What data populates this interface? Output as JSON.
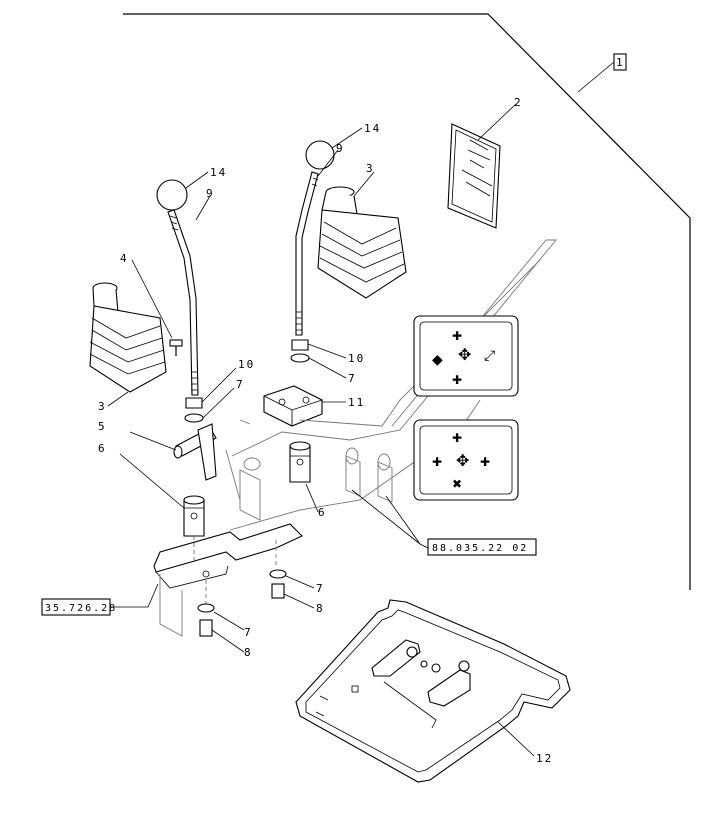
{
  "diagram": {
    "callouts": {
      "c1": "1",
      "c2": "2",
      "c3a": "3",
      "c3b": "3",
      "c4": "4",
      "c5": "5",
      "c6a": "6",
      "c6b": "6",
      "c7a": "7",
      "c7b": "7",
      "c7c": "7",
      "c7d": "7",
      "c8a": "8",
      "c8b": "8",
      "c9a": "9",
      "c9b": "9",
      "c10a": "10",
      "c10b": "10",
      "c11": "11",
      "c12": "12",
      "c14a": "14",
      "c14b": "14"
    },
    "references": {
      "ref_left": "35.726.28",
      "ref_right": "88.035.22 02"
    }
  }
}
